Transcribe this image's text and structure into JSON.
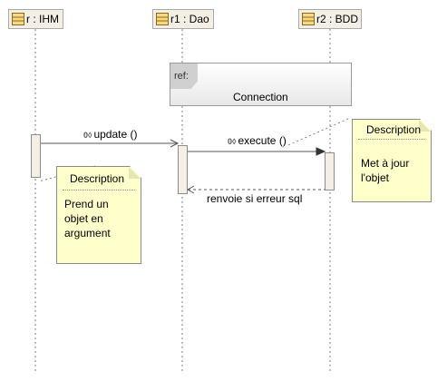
{
  "lifelines": [
    {
      "name": "r : IHM"
    },
    {
      "name": "r1 : Dao"
    },
    {
      "name": "r2 : BDD"
    }
  ],
  "ref": {
    "tag": "ref:",
    "name": "Connection"
  },
  "messages": [
    {
      "label": "update ()",
      "icon": "operation-icon"
    },
    {
      "label": "execute ()",
      "icon": "operation-icon"
    },
    {
      "label": "renvoie si erreur sql"
    }
  ],
  "notes": [
    {
      "title": "Description",
      "body": "Prend un\nobjet en\nargument"
    },
    {
      "title": "Description",
      "body": "Met à jour\nl'objet"
    }
  ],
  "colors": {
    "note_fill": "#ffffcc",
    "head_fill": "#f3efe4",
    "frame_border": "#9a9a9a"
  }
}
